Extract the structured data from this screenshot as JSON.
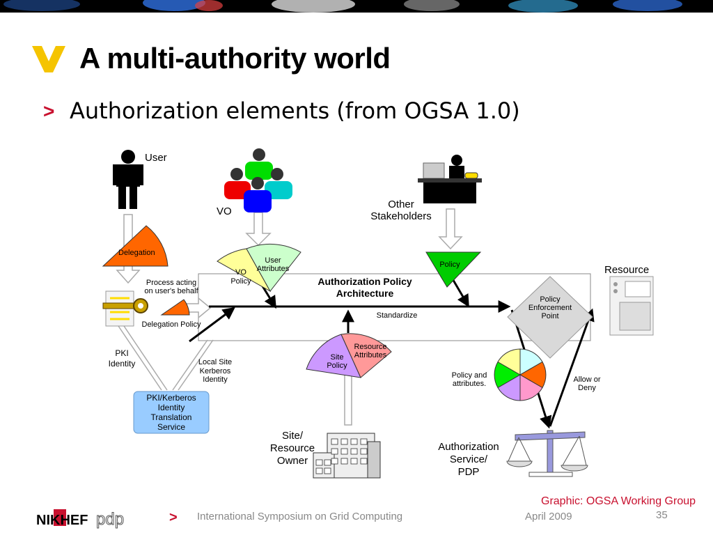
{
  "slide": {
    "title": "A multi-authority world",
    "bullet": ">",
    "subtitle": "Authorization elements (from OGSA 1.0)"
  },
  "diagram": {
    "user": "User",
    "vo": "VO",
    "other_stakeholders_1": "Other",
    "other_stakeholders_2": "Stakeholders",
    "resource": "Resource",
    "delegation": "Delegation",
    "user_attributes_1": "User",
    "user_attributes_2": "Attributes",
    "vo_policy_1": "VO",
    "vo_policy_2": "Policy",
    "policy": "Policy",
    "process_acting_1": "Process acting",
    "process_acting_2": "on user's behalf",
    "authz_arch_1": "Authorization Policy",
    "authz_arch_2": "Architecture",
    "pep_1": "Policy",
    "pep_2": "Enforcement",
    "pep_3": "Point",
    "standardize": "Standardize",
    "delegation_policy": "Delegation Policy",
    "pki_identity_1": "PKI",
    "pki_identity_2": "Identity",
    "local_site_1": "Local Site",
    "local_site_2": "Kerberos",
    "local_site_3": "Identity",
    "resource_attributes_1": "Resource",
    "resource_attributes_2": "Attributes",
    "site_policy_1": "Site",
    "site_policy_2": "Policy",
    "policy_attributes_1": "Policy and",
    "policy_attributes_2": "attributes.",
    "allow_deny_1": "Allow or",
    "allow_deny_2": "Deny",
    "pki_service_1": "PKI/Kerberos",
    "pki_service_2": "Identity",
    "pki_service_3": "Translation",
    "pki_service_4": "Service",
    "site_owner_1": "Site/",
    "site_owner_2": "Resource",
    "site_owner_3": "Owner",
    "authz_service_1": "Authorization",
    "authz_service_2": "Service/",
    "authz_service_3": "PDP"
  },
  "credit": "Graphic: OGSA Working Group",
  "footer": {
    "bullet": ">",
    "conference": "International Symposium on Grid Computing",
    "date": "April 2009",
    "page": "35",
    "logo_nikhef": "NIKHEF",
    "logo_pdp": "pdp"
  },
  "colors": {
    "accent_red": "#c8102e",
    "logo_yellow": "#f5c400",
    "delegation_orange": "#ff6600",
    "user_attr_green": "#ccffcc",
    "vo_policy_yellow": "#ffff99",
    "policy_green": "#00cc00",
    "site_policy_purple": "#cc99ff",
    "resource_attr_pink": "#ff9999",
    "pki_service_blue": "#99ccff"
  }
}
